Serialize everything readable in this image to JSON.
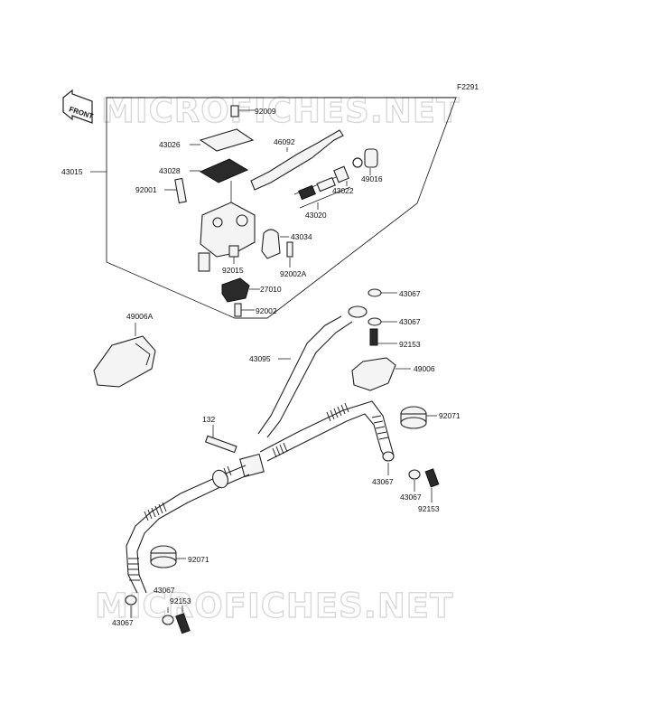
{
  "figure_code": "F2291",
  "watermark_top": "MICROFICHES.NET",
  "watermark_bottom": "MICROFICHES.NET",
  "front_arrow_label": "FRONT",
  "colors": {
    "line": "#222222",
    "watermark": "#d9d9d9",
    "background": "#ffffff"
  },
  "parts": {
    "p92009": "92009",
    "p43026": "43026",
    "p46092": "46092",
    "p43028": "43028",
    "p49016": "49016",
    "p43015": "43015",
    "p92001": "92001",
    "p43022": "43022",
    "p43020": "43020",
    "p43034": "43034",
    "p92015": "92015",
    "p92002A": "92002A",
    "p27010": "27010",
    "p92002": "92002",
    "p49006A": "49006A",
    "p43067_a": "43067",
    "p43067_b": "43067",
    "p92153_a": "92153",
    "p43095": "43095",
    "p49006": "49006",
    "p92071_a": "92071",
    "p132": "132",
    "p43067_c": "43067",
    "p43067_d": "43067",
    "p92153_b": "92153",
    "p92071_b": "92071",
    "p43067_e": "43067",
    "p92153_c": "92153",
    "p43067_f": "43067"
  }
}
